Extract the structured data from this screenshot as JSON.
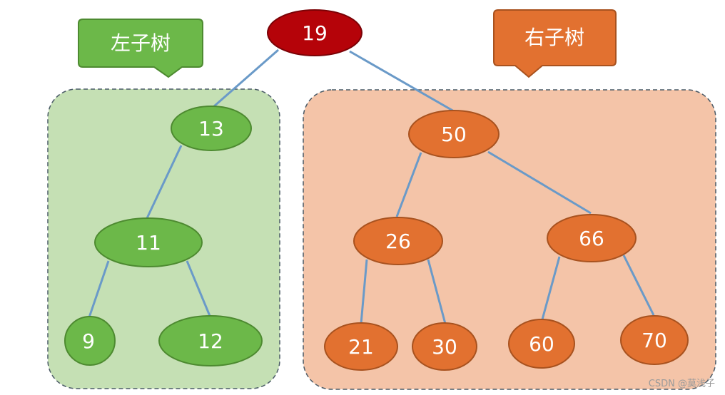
{
  "colors": {
    "root_fill": "#b50309",
    "green_node": "#6cb849",
    "orange_node": "#e27130",
    "green_region": "#c5e0b4",
    "orange_region": "#f4c4a8",
    "edge": "#6a9ac8",
    "callout_green": "#6cb849",
    "callout_orange": "#e27130"
  },
  "callouts": {
    "left": "左子树",
    "right": "右子树"
  },
  "tree": {
    "root": "19",
    "left_subtree": [
      "13",
      "11",
      "9",
      "12"
    ],
    "right_subtree": [
      "50",
      "26",
      "66",
      "21",
      "30",
      "60",
      "70"
    ]
  },
  "watermark": "CSDN @莫浅子"
}
